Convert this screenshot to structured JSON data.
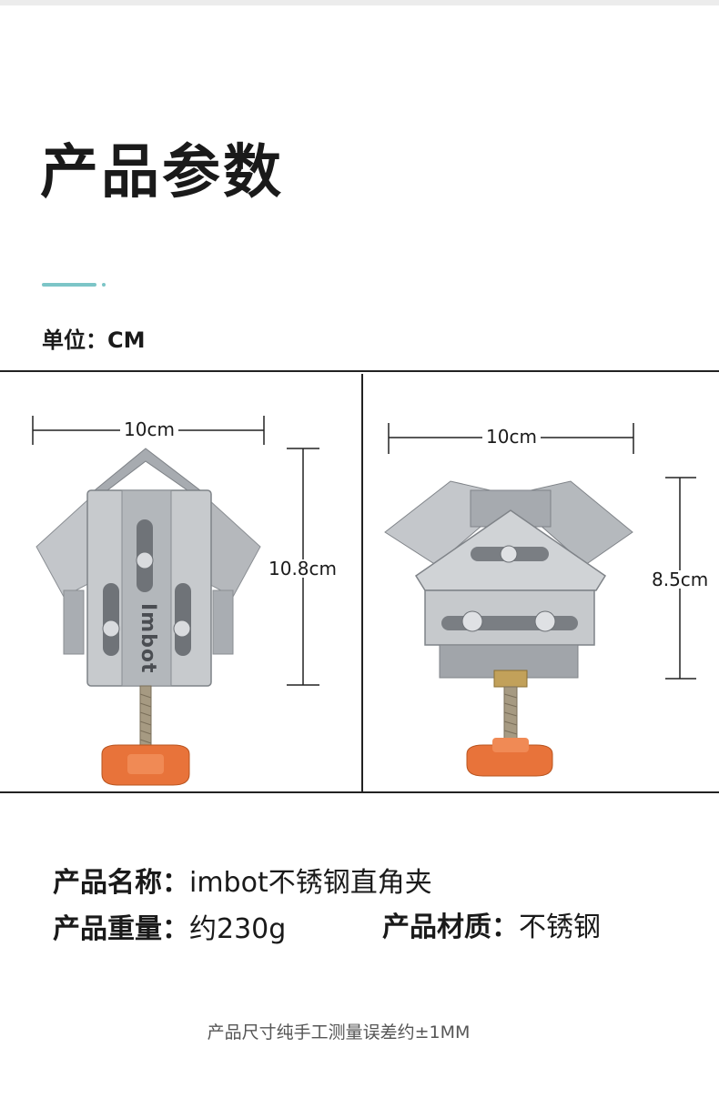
{
  "header": {
    "title": "产品参数",
    "unit": "单位：CM"
  },
  "dimensions": {
    "left": {
      "width": "10cm",
      "height": "10.8cm",
      "brand": "Imbot"
    },
    "right": {
      "width": "10cm",
      "height": "8.5cm"
    }
  },
  "specs": {
    "name_label": "产品名称：",
    "name_value": "imbot不锈钢直角夹",
    "weight_label": "产品重量：",
    "weight_value": "约230g",
    "material_label": "产品材质：",
    "material_value": "不锈钢"
  },
  "footnote": "产品尺寸纯手工测量误差约±1MM",
  "colors": {
    "accent": "#7cc5c7",
    "knob": "#e8733a",
    "steel": "#b9bcc0"
  }
}
